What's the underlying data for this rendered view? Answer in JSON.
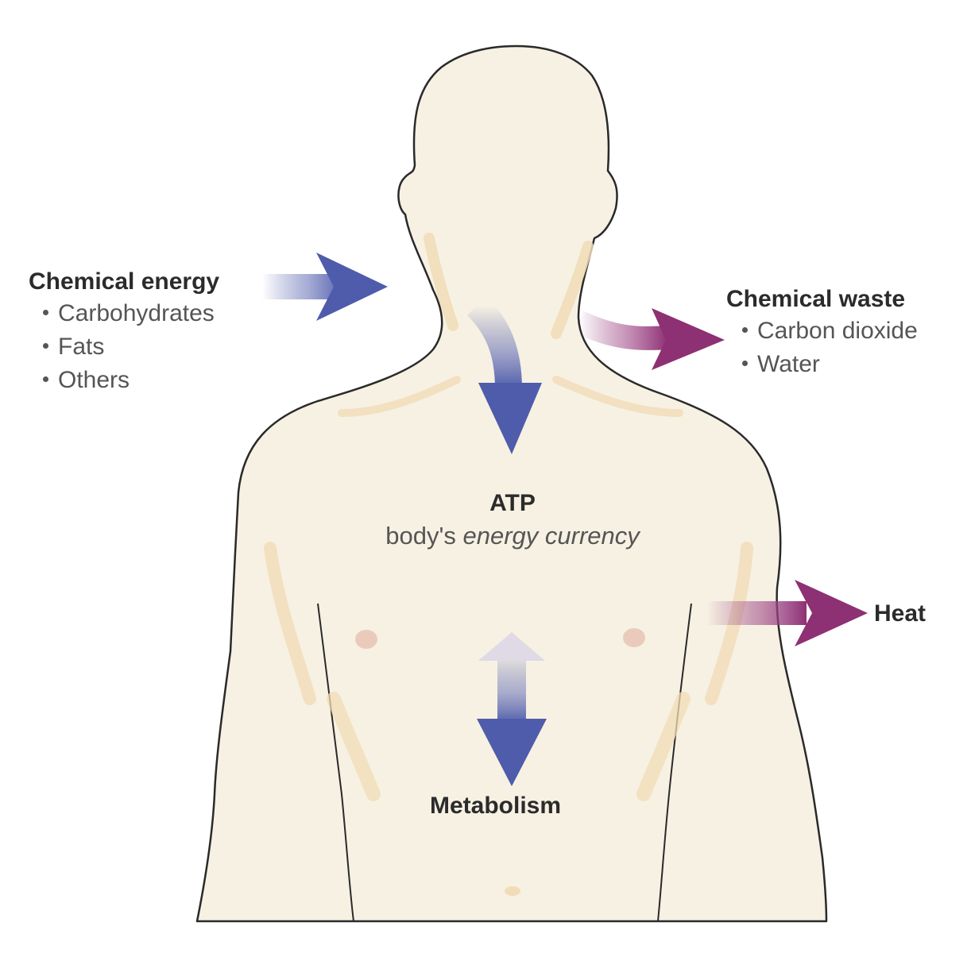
{
  "diagram": {
    "input": {
      "heading": "Chemical energy",
      "items": [
        "Carbohydrates",
        "Fats",
        "Others"
      ]
    },
    "waste": {
      "heading": "Chemical waste",
      "items": [
        "Carbon dioxide",
        "Water"
      ]
    },
    "atp": {
      "title": "ATP",
      "subtitle_prefix": "body's ",
      "subtitle_emphasis": "energy currency"
    },
    "heat_label": "Heat",
    "metabolism_label": "Metabolism"
  },
  "colors": {
    "skin": "#f7f1e3",
    "skin_shadow": "#f0dcb6",
    "outline": "#2a2a2a",
    "nipple": "#eacbbb",
    "input_arrow": "#4e5cab",
    "output_arrow": "#8e3074"
  }
}
